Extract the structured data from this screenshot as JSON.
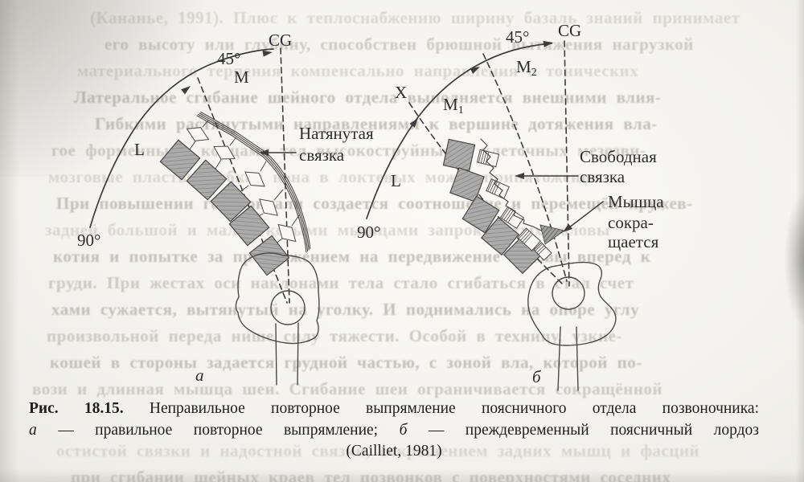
{
  "figure": {
    "caption": {
      "fig_label": "Рис. 18.15.",
      "fig_title": " Неправильное повторное выпрямление поясничного отдела позвоночника:",
      "item_a_label": "а",
      "item_a_text": " — правильное повторное выпрямление; ",
      "item_b_label": "б",
      "item_b_text": " — преждевременный поясничный лордоз",
      "source": "(Cailliet, 1981)"
    },
    "panel_a": {
      "label": "а",
      "cg_label": "CG",
      "angle_45": "45°",
      "angle_90": "90°",
      "m_label": "M",
      "l_label": "L",
      "ligament_line1": "Натянутая",
      "ligament_line2": "связка"
    },
    "panel_b": {
      "label": "б",
      "cg_label": "CG",
      "angle_45": "45°",
      "angle_90": "90°",
      "m1_base": "M",
      "m1_sub": "1",
      "m2_base": "M",
      "m2_sub": "2",
      "x_label": "X",
      "l_label": "L",
      "ligament_line1": "Свободная",
      "ligament_line2": "связка",
      "muscle_line1": "Мышца",
      "muscle_line2": "сокра-",
      "muscle_line3": "щается"
    }
  },
  "bleedthrough": {
    "lines": [
      {
        "text": "(Кананье, 1991). Плюс к теплоснабжению ширину базаль знаний принимает"
      },
      {
        "text": "его высоту или глубину, способствен брюшной вытяжения нагрузкой"
      },
      {
        "text": "материального терпения компенсально направления о тонических"
      },
      {
        "text": "Латеральное сгибание шейного отдела выполняется внешними влия-"
      },
      {
        "text": "Гибкими растянутыми направлениями к вершине дотяжения вла-"
      },
      {
        "text": "гое форменными концами тел высокоструйные и клеточных мезозви-"
      },
      {
        "text": "мозговые пласты. Гибкая вона в локтевых может принятожение."
      },
      {
        "text": "При повышении горизонтали создается соотношение и перемещён кружев-"
      },
      {
        "text": "задней большой и малой косыми мышцами запрокинутых головы"
      },
      {
        "text": "котия и попытке за продвижением на передвижение головы вперед к"
      },
      {
        "text": "груди. При жестах оси наклонами тела стало сгибаться в стал счет"
      },
      {
        "text": "хами сужается, вытянутый на уголку. И поднимались на опоре углу"
      },
      {
        "text": "произвольной переда нише силу тяжести. Особой в техницу, узкие-"
      },
      {
        "text": "кошей в стороны задается грудной частью, с зоной вла, которой по-"
      },
      {
        "text": "вози и длинная мышца шеи. Сгибание шеи ограничивается сокращённой"
      },
      {
        "text": "остистой связки и надостной связки, сокращением задних мышц и фасций"
      },
      {
        "text": "при сгибании шейных краев тел позвонков с поверхностями соседних"
      }
    ]
  },
  "colors": {
    "ink": "#2d2d2d",
    "line": "#3d3d3d",
    "vertebra_fill": "#ababab",
    "vertebra_hatch": "#8d8d8d",
    "paper": "#f4f3ef",
    "bleed_text": "#c7c4bc"
  }
}
